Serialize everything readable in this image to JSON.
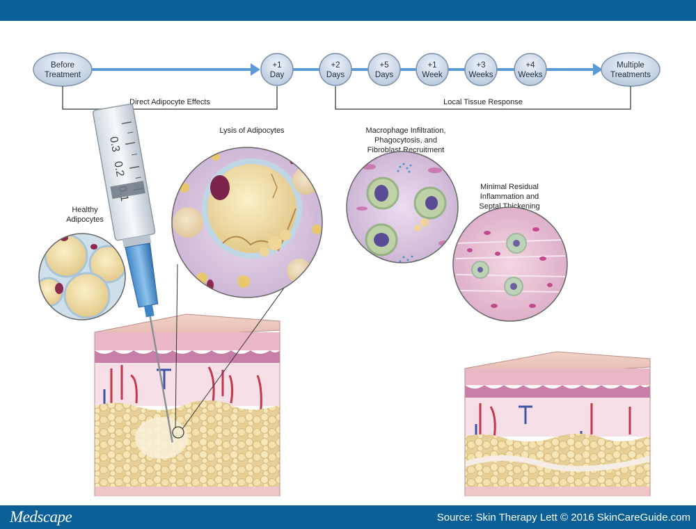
{
  "timeline": {
    "nodes": [
      {
        "line1": "Before",
        "line2": "Treatment"
      },
      {
        "line1": "+1",
        "line2": "Day"
      },
      {
        "line1": "+2",
        "line2": "Days"
      },
      {
        "line1": "+5",
        "line2": "Days"
      },
      {
        "line1": "+1",
        "line2": "Week"
      },
      {
        "line1": "+3",
        "line2": "Weeks"
      },
      {
        "line1": "+4",
        "line2": "Weeks"
      },
      {
        "line1": "Multiple",
        "line2": "Treatments"
      }
    ],
    "bracket_left": "Direct Adipocyte Effects",
    "bracket_right": "Local Tissue Response"
  },
  "panels": {
    "healthy": {
      "line1": "Healthy",
      "line2": "Adipocytes"
    },
    "lysis": {
      "line1": "Lysis of Adipocytes"
    },
    "macrophage": {
      "line1": "Macrophage Infiltration,",
      "line2": "Phagocytosis, and",
      "line3": "Fibroblast Recruitment"
    },
    "residual": {
      "line1": "Minimal Residual",
      "line2": "Inflammation and",
      "line3": "Septal Thickening"
    }
  },
  "syringe": {
    "marks": [
      "0.3",
      "0.2",
      "0.1"
    ]
  },
  "footer": {
    "brand": "Medscape",
    "source": "Source: Skin Therapy Lett © 2016 SkinCareGuide.com"
  },
  "colors": {
    "bar": "#0b5f97",
    "node_fill": "#c9d6e6",
    "arrow": "#5b9bd5",
    "fat": "#f2dfa8",
    "skin": "#e8b6c2"
  }
}
